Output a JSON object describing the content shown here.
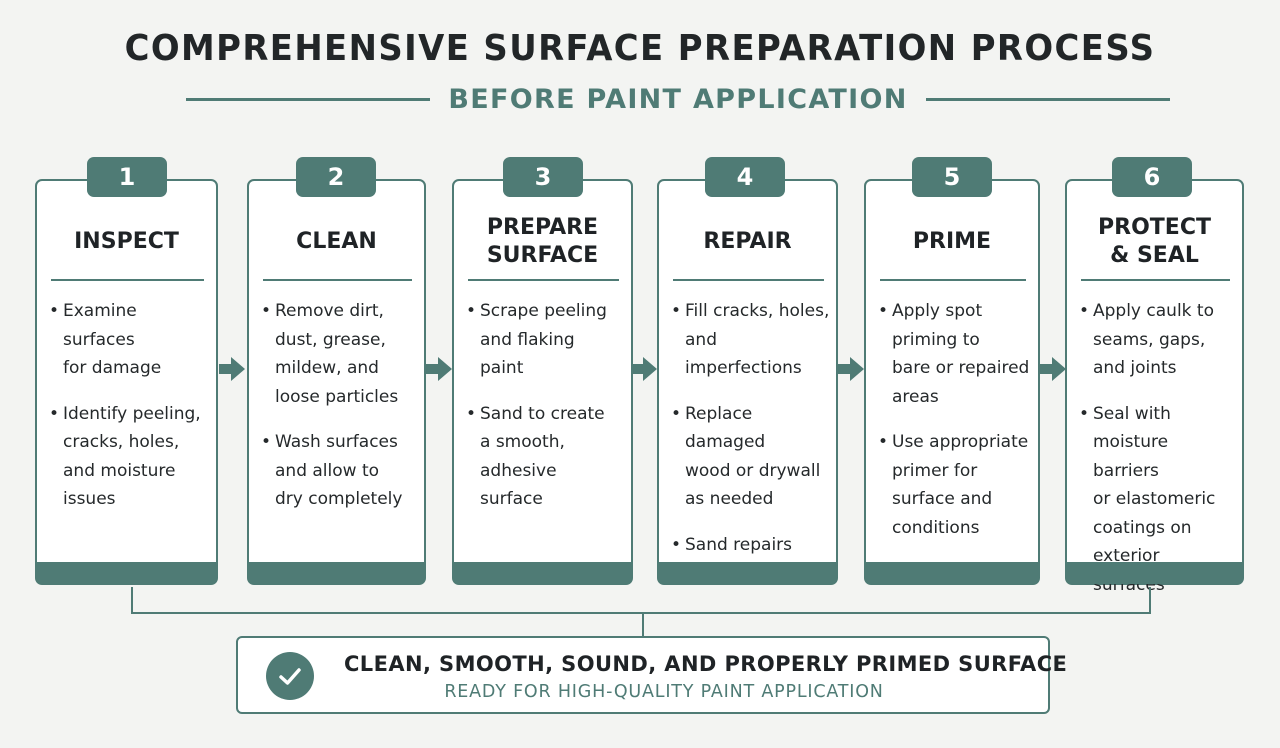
{
  "header": {
    "title": "COMPREHENSIVE SURFACE PREPARATION PROCESS",
    "subtitle": "BEFORE PAINT APPLICATION"
  },
  "colors": {
    "accent": "#4f7b75",
    "background": "#f3f4f2",
    "text": "#1f2326"
  },
  "steps": [
    {
      "number": "1",
      "title": "INSPECT",
      "bullets": [
        "Examine surfaces\nfor damage",
        "Identify peeling,\ncracks, holes,\nand moisture\nissues"
      ]
    },
    {
      "number": "2",
      "title": "CLEAN",
      "bullets": [
        "Remove dirt,\ndust, grease,\nmildew, and\nloose particles",
        "Wash surfaces\nand allow to\ndry completely"
      ]
    },
    {
      "number": "3",
      "title": "PREPARE\nSURFACE",
      "bullets": [
        "Scrape peeling\nand flaking\npaint",
        "Sand to create\na smooth,\nadhesive\nsurface"
      ]
    },
    {
      "number": "4",
      "title": "REPAIR",
      "bullets": [
        "Fill cracks, holes,\nand imperfections",
        "Replace damaged\nwood or drywall\nas needed",
        "Sand repairs\nsmooth"
      ]
    },
    {
      "number": "5",
      "title": "PRIME",
      "bullets": [
        "Apply spot\npriming to\nbare or repaired\nareas",
        "Use appropriate\nprimer for\nsurface and\nconditions"
      ]
    },
    {
      "number": "6",
      "title": "PROTECT\n& SEAL",
      "bullets": [
        "Apply caulk to\nseams, gaps,\nand joints",
        "Seal with\nmoisture barriers\nor elastomeric\ncoatings on\nexterior surfaces"
      ]
    }
  ],
  "result": {
    "icon": "check-circle-icon",
    "main": "CLEAN, SMOOTH, SOUND, AND PROPERLY PRIMED SURFACE",
    "sub": "READY FOR HIGH-QUALITY PAINT APPLICATION"
  }
}
